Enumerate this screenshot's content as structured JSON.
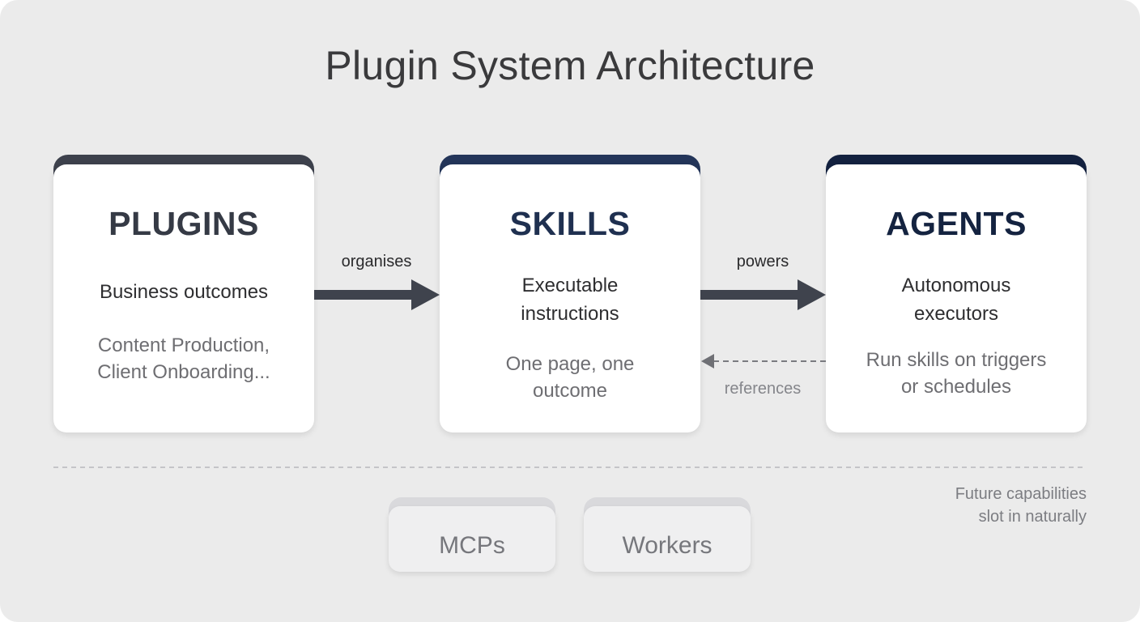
{
  "title": "Plugin System Architecture",
  "cards": [
    {
      "id": "plugins",
      "heading": "PLUGINS",
      "subtitle": "Business outcomes",
      "description_lines": [
        "Content Production,",
        "Client Onboarding..."
      ],
      "accent_color": "#3d414c"
    },
    {
      "id": "skills",
      "heading": "SKILLS",
      "subtitle_lines": [
        "Executable",
        "instructions"
      ],
      "description_lines": [
        "One page, one",
        "outcome"
      ],
      "accent_color": "#233559"
    },
    {
      "id": "agents",
      "heading": "AGENTS",
      "subtitle_lines": [
        "Autonomous",
        "executors"
      ],
      "description_lines": [
        "Run skills on triggers",
        "or schedules"
      ],
      "accent_color": "#13213f"
    }
  ],
  "edges": [
    {
      "from": "plugins",
      "to": "skills",
      "label": "organises",
      "style": "solid"
    },
    {
      "from": "skills",
      "to": "agents",
      "label": "powers",
      "style": "solid"
    },
    {
      "from": "agents",
      "to": "skills",
      "label": "references",
      "style": "dashed"
    }
  ],
  "future": {
    "note_lines": [
      "Future capabilities",
      "slot in naturally"
    ],
    "chips": [
      "MCPs",
      "Workers"
    ]
  },
  "colors": {
    "background": "#ebebeb",
    "arrow": "#3f434d",
    "dashed_arrow": "#7a7b80"
  }
}
